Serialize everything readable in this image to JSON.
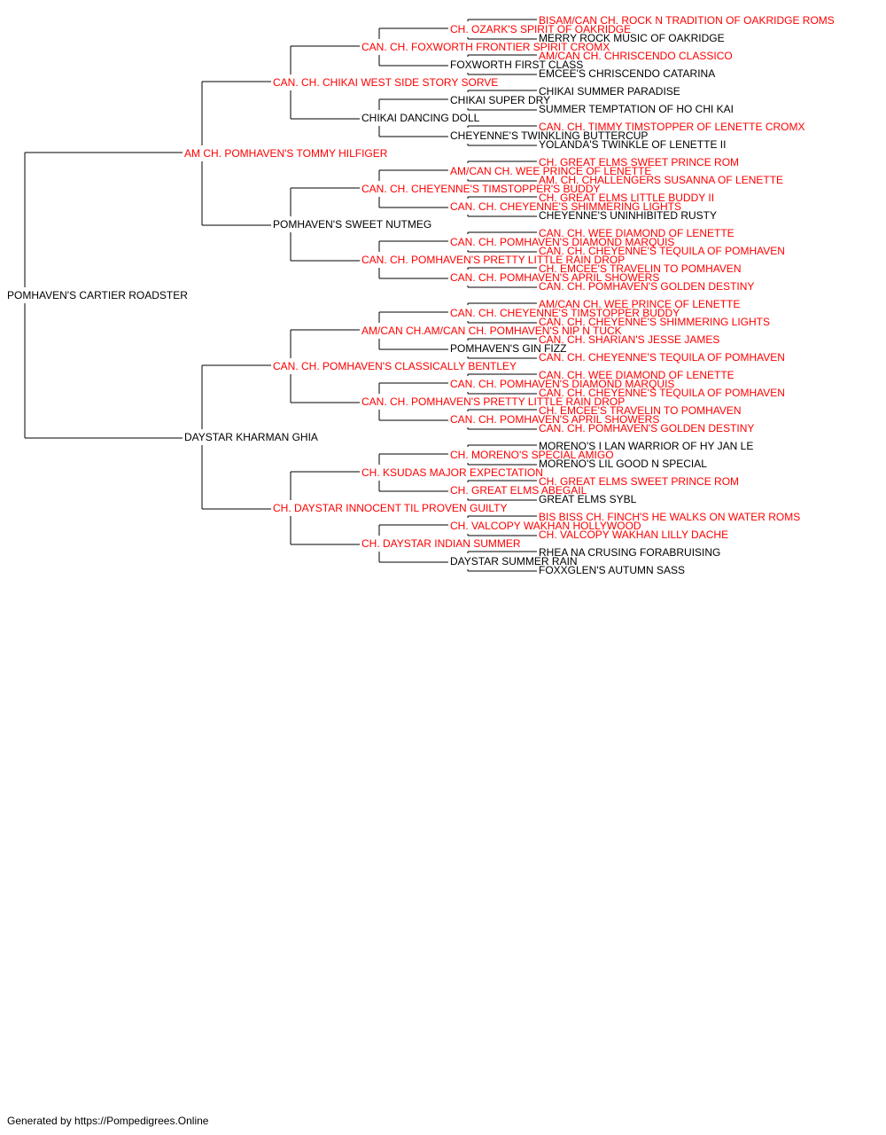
{
  "colors": {
    "champion": "#ff0000",
    "normal": "#000000",
    "line": "#000000"
  },
  "subject": {
    "name": "POMHAVEN'S CARTIER ROADSTER",
    "champion": false
  },
  "generations": [
    [
      {
        "name": "AM CH. POMHAVEN'S TOMMY HILFIGER",
        "champion": true
      },
      {
        "name": "DAYSTAR KHARMAN GHIA",
        "champion": false
      }
    ],
    [
      {
        "name": "CAN. CH. CHIKAI WEST SIDE STORY SORVE",
        "champion": true
      },
      {
        "name": "POMHAVEN'S SWEET NUTMEG",
        "champion": false
      },
      {
        "name": "CAN. CH. POMHAVEN'S CLASSICALLY BENTLEY",
        "champion": true
      },
      {
        "name": "CH. DAYSTAR INNOCENT TIL PROVEN GUILTY",
        "champion": true
      }
    ],
    [
      {
        "name": "CAN. CH. FOXWORTH FRONTIER SPIRIT CROMX",
        "champion": true
      },
      {
        "name": "CHIKAI DANCING DOLL",
        "champion": false
      },
      {
        "name": "CAN. CH. CHEYENNE'S TIMSTOPPER'S BUDDY",
        "champion": true
      },
      {
        "name": "CAN. CH. POMHAVEN'S PRETTY LITTLE RAIN DROP",
        "champion": true
      },
      {
        "name": "AM/CAN CH.AM/CAN CH. POMHAVEN'S NIP N TUCK",
        "champion": true
      },
      {
        "name": "CAN. CH. POMHAVEN'S PRETTY LITTLE RAIN DROP",
        "champion": true
      },
      {
        "name": "CH. KSUDAS MAJOR EXPECTATION",
        "champion": true
      },
      {
        "name": "CH. DAYSTAR INDIAN SUMMER",
        "champion": true
      }
    ],
    [
      {
        "name": "CH. OZARK'S SPIRIT OF OAKRIDGE",
        "champion": true
      },
      {
        "name": "FOXWORTH FIRST CLASS",
        "champion": false
      },
      {
        "name": "CHIKAI SUPER DRY",
        "champion": false
      },
      {
        "name": "CHEYENNE'S TWINKLING BUTTERCUP",
        "champion": false
      },
      {
        "name": "AM/CAN CH. WEE PRINCE OF LENETTE",
        "champion": true
      },
      {
        "name": "CAN. CH. CHEYENNE'S SHIMMERING LIGHTS",
        "champion": true
      },
      {
        "name": "CAN. CH. POMHAVEN'S DIAMOND MARQUIS",
        "champion": true
      },
      {
        "name": "CAN. CH. POMHAVEN'S APRIL SHOWERS",
        "champion": true
      },
      {
        "name": "CAN. CH. CHEYENNE'S TIMSTOPPER BUDDY",
        "champion": true
      },
      {
        "name": "POMHAVEN'S GIN FIZZ",
        "champion": false
      },
      {
        "name": "CAN. CH. POMHAVEN'S DIAMOND MARQUIS",
        "champion": true
      },
      {
        "name": "CAN. CH. POMHAVEN'S APRIL SHOWERS",
        "champion": true
      },
      {
        "name": "CH. MORENO'S SPECIAL AMIGO",
        "champion": true
      },
      {
        "name": "CH. GREAT ELMS ABEGAIL",
        "champion": true
      },
      {
        "name": "CH. VALCOPY WAKHAN HOLLYWOOD",
        "champion": true
      },
      {
        "name": "DAYSTAR SUMMER RAIN",
        "champion": false
      }
    ],
    [
      {
        "name": "BISAM/CAN CH. ROCK N TRADITION OF OAKRIDGE ROMS",
        "champion": true
      },
      {
        "name": "MERRY ROCK MUSIC OF OAKRIDGE",
        "champion": false
      },
      {
        "name": "AM/CAN CH. CHRISCENDO CLASSICO",
        "champion": true
      },
      {
        "name": "EMCEE'S CHRISCENDO CATARINA",
        "champion": false
      },
      {
        "name": "CHIKAI SUMMER PARADISE",
        "champion": false
      },
      {
        "name": "SUMMER TEMPTATION OF HO CHI KAI",
        "champion": false
      },
      {
        "name": "CAN. CH. TIMMY TIMSTOPPER OF LENETTE CROMX",
        "champion": true
      },
      {
        "name": "YOLANDA'S TWINKLE OF LENETTE II",
        "champion": false
      },
      {
        "name": "CH. GREAT ELMS SWEET PRINCE ROM",
        "champion": true
      },
      {
        "name": "AM. CH. CHALLENGERS SUSANNA OF LENETTE",
        "champion": true
      },
      {
        "name": "CH. GREAT ELMS LITTLE BUDDY II",
        "champion": true
      },
      {
        "name": "CHEYENNE'S UNINHIBITED RUSTY",
        "champion": false
      },
      {
        "name": "CAN. CH. WEE DIAMOND OF LENETTE",
        "champion": true
      },
      {
        "name": "CAN. CH. CHEYENNE'S TEQUILA OF POMHAVEN",
        "champion": true
      },
      {
        "name": "CH. EMCEE'S TRAVELIN TO POMHAVEN",
        "champion": true
      },
      {
        "name": "CAN. CH. POMHAVEN'S GOLDEN DESTINY",
        "champion": true
      },
      {
        "name": "AM/CAN CH. WEE PRINCE OF LENETTE",
        "champion": true
      },
      {
        "name": "CAN. CH. CHEYENNE'S SHIMMERING LIGHTS",
        "champion": true
      },
      {
        "name": "CAN. CH. SHARIAN'S JESSE JAMES",
        "champion": true
      },
      {
        "name": "CAN. CH. CHEYENNE'S TEQUILA OF POMHAVEN",
        "champion": true
      },
      {
        "name": "CAN. CH. WEE DIAMOND OF LENETTE",
        "champion": true
      },
      {
        "name": "CAN. CH. CHEYENNE'S TEQUILA OF POMHAVEN",
        "champion": true
      },
      {
        "name": "CH. EMCEE'S TRAVELIN TO POMHAVEN",
        "champion": true
      },
      {
        "name": "CAN. CH. POMHAVEN'S GOLDEN DESTINY",
        "champion": true
      },
      {
        "name": "MORENO'S I LAN WARRIOR OF HY JAN LE",
        "champion": false
      },
      {
        "name": "MORENO'S LIL GOOD N SPECIAL",
        "champion": false
      },
      {
        "name": "CH. GREAT ELMS SWEET PRINCE ROM",
        "champion": true
      },
      {
        "name": "GREAT ELMS SYBL",
        "champion": false
      },
      {
        "name": "BIS BISS CH. FINCH'S HE WALKS ON WATER ROMS",
        "champion": true
      },
      {
        "name": "CH. VALCOPY WAKHAN LILLY DACHE",
        "champion": true
      },
      {
        "name": "RHEA NA CRUSING FORABRUISING",
        "champion": false
      },
      {
        "name": "FOXXGLEN'S AUTUMN SASS",
        "champion": false
      }
    ]
  ],
  "footer": "Generated by https://Pompedigrees.Online"
}
